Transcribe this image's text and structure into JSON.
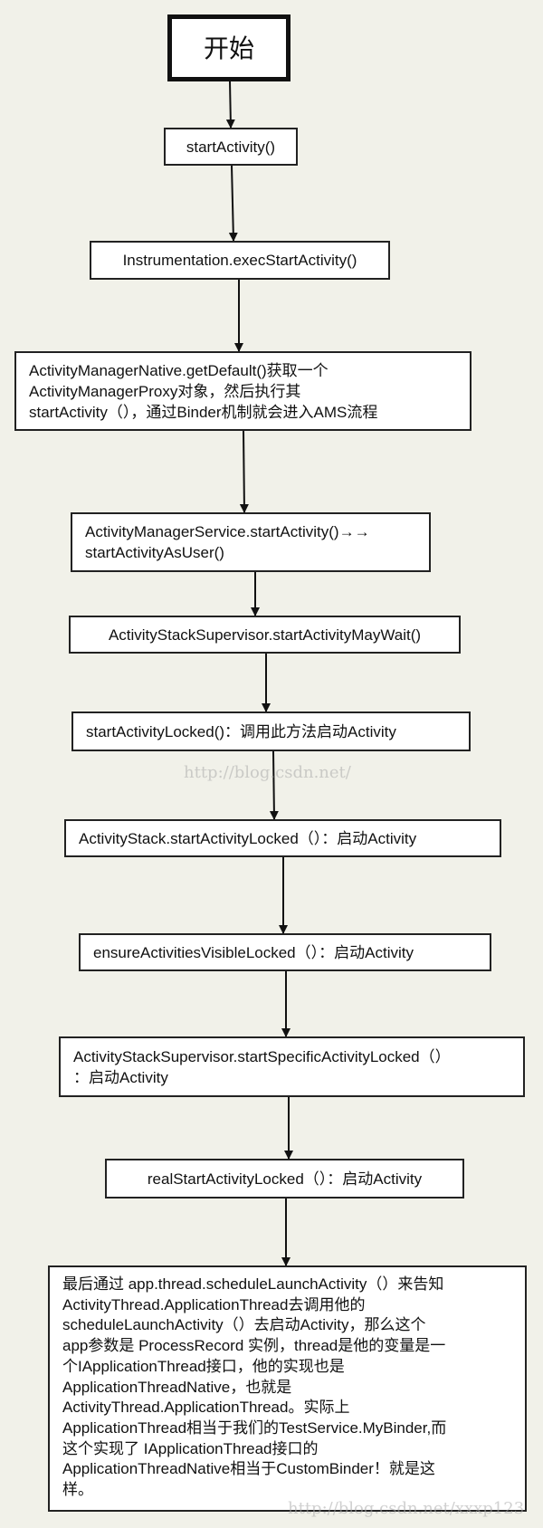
{
  "nodes": [
    {
      "text": "开始"
    },
    {
      "text": "startActivity()"
    },
    {
      "text": "Instrumentation.execStartActivity()"
    },
    {
      "text": "ActivityManagerNative.getDefault()获取一个\nActivityManagerProxy对象，然后执行其\nstartActivity（），通过Binder机制就会进入AMS流程"
    },
    {
      "text": "ActivityManagerService.startActivity()→→\nstartActivityAsUser()"
    },
    {
      "text": "ActivityStackSupervisor.startActivityMayWait()"
    },
    {
      "text": "startActivityLocked()：调用此方法启动Activity"
    },
    {
      "text": "ActivityStack.startActivityLocked（）：启动Activity"
    },
    {
      "text": "ensureActivitiesVisibleLocked（）：启动Activity"
    },
    {
      "text": "ActivityStackSupervisor.startSpecificActivityLocked（）\n：启动Activity"
    },
    {
      "text": "realStartActivityLocked（）：启动Activity"
    },
    {
      "text": "最后通过 app.thread.scheduleLaunchActivity（）来告知\nActivityThread.ApplicationThread去调用他的\nscheduleLaunchActivity（）去启动Activity，那么这个\napp参数是 ProcessRecord 实例，thread是他的变量是一\n个IApplicationThread接口，他的实现也是\nApplicationThreadNative，也就是\nActivityThread.ApplicationThread。实际上\nApplicationThread相当于我们的TestService.MyBinder,而\n这个实现了 IApplicationThread接口的\nApplicationThreadNative相当于CustomBinder！就是这\n样。"
    }
  ],
  "watermarks": [
    {
      "text": "http://blog.csdn.net/"
    },
    {
      "text": "http://blog.csdn.net/xxxp123"
    }
  ]
}
